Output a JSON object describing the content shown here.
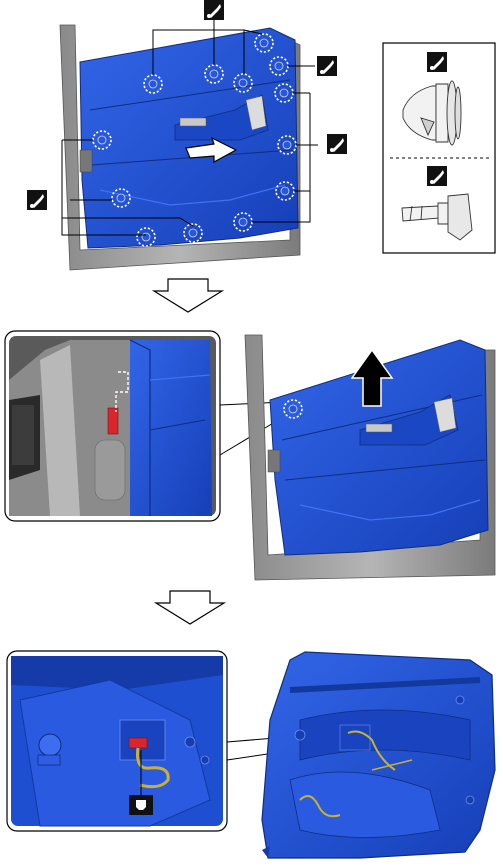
{
  "colors": {
    "door_blue": "#1f4fd1",
    "door_blue_dark": "#123a9e",
    "door_blue_light": "#3b6ff0",
    "frame_gray": "#9a9a9a",
    "frame_gray_dark": "#6d6d6d",
    "clip_red": "#d8262f",
    "harness_yellow": "#c9b233",
    "icon_bg": "#111111",
    "outline": "#000000"
  },
  "icons": {
    "clip_marker": "tool-clip-icon",
    "step_arrow": "down-arrow-icon",
    "lift_arrow": "up-arrow-icon",
    "connector_marker": "connector-icon"
  },
  "steps": [
    {
      "id": "step-1",
      "action": "remove-clips"
    },
    {
      "id": "step-2",
      "action": "lift-trim-panel"
    },
    {
      "id": "step-3",
      "action": "disconnect-connector"
    }
  ]
}
